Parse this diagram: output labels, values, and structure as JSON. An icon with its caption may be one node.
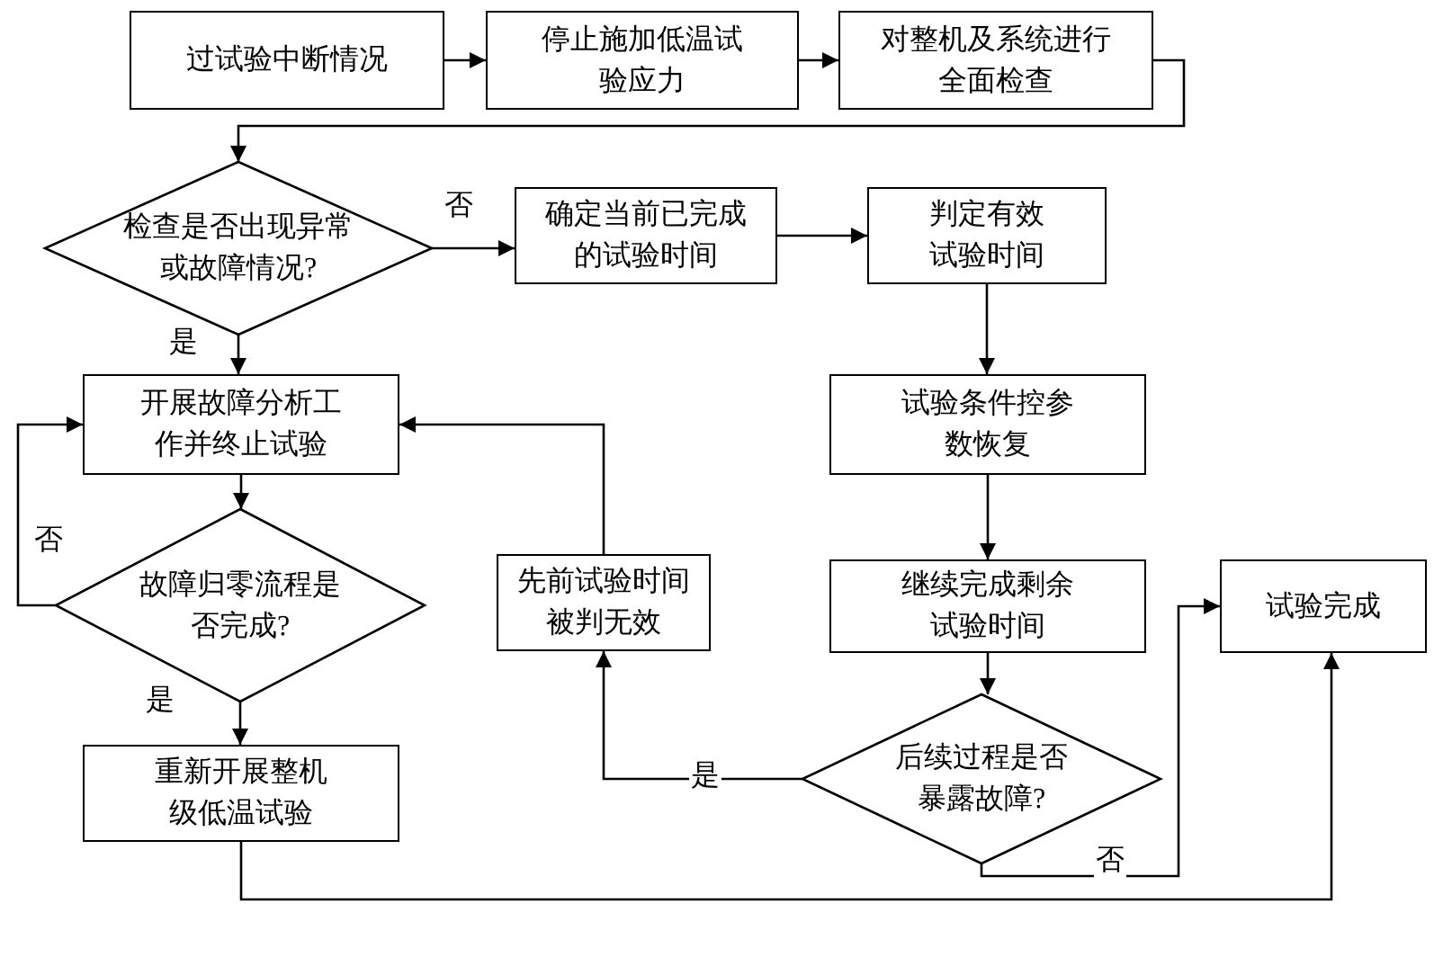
{
  "diagram": {
    "nodes": [
      {
        "text": [
          "过试验中断情况"
        ]
      },
      {
        "text": [
          "停止施加低温试验应力"
        ]
      },
      {
        "text": [
          "对整机及系统进行全面检查"
        ]
      },
      {
        "text": [
          "检查是否出现异常或故障情况?"
        ]
      },
      {
        "text": [
          "确定当前已完成的试验时间"
        ]
      },
      {
        "text": [
          "判定有效试验时间"
        ]
      },
      {
        "text": [
          "开展故障分析工作并终止试验"
        ]
      },
      {
        "text": [
          "试验条件控参数恢复"
        ]
      },
      {
        "text": [
          "故障归零流程是否完成?"
        ]
      },
      {
        "text": [
          "先前试验时间被判无效"
        ]
      },
      {
        "text": [
          "继续完成剩余试验时间"
        ]
      },
      {
        "text": [
          "试验完成"
        ]
      },
      {
        "text": [
          "重新开展整机级低温试验"
        ]
      },
      {
        "text": [
          "后续过程是否暴露故障?"
        ]
      }
    ],
    "edges": [
      {
        "from": 0,
        "to": 1,
        "arrow": "to"
      },
      {
        "from": 1,
        "to": 2,
        "arrow": "to"
      },
      {
        "from": 2,
        "to": 3,
        "arrow": "to"
      },
      {
        "from": 3,
        "to": 4,
        "arrow": "to",
        "label": "否"
      },
      {
        "from": 3,
        "to": 6,
        "arrow": "to",
        "label": "是"
      },
      {
        "from": 4,
        "to": 5,
        "arrow": "to"
      },
      {
        "from": 5,
        "to": 7,
        "arrow": "to"
      },
      {
        "from": 6,
        "to": 8,
        "arrow": "to"
      },
      {
        "from": 8,
        "to": 6,
        "arrow": "to",
        "label": "否"
      },
      {
        "from": 8,
        "to": 12,
        "arrow": "to",
        "label": "是"
      },
      {
        "from": 7,
        "to": 10,
        "arrow": "to"
      },
      {
        "from": 10,
        "to": 13,
        "arrow": "to"
      },
      {
        "from": 13,
        "to": 9,
        "arrow": "to",
        "label": "是"
      },
      {
        "from": 9,
        "to": 6,
        "arrow": "to"
      },
      {
        "from": 13,
        "to": 11,
        "arrow": "to",
        "label": "否"
      },
      {
        "from": 12,
        "to": 11,
        "arrow": "to"
      }
    ]
  }
}
